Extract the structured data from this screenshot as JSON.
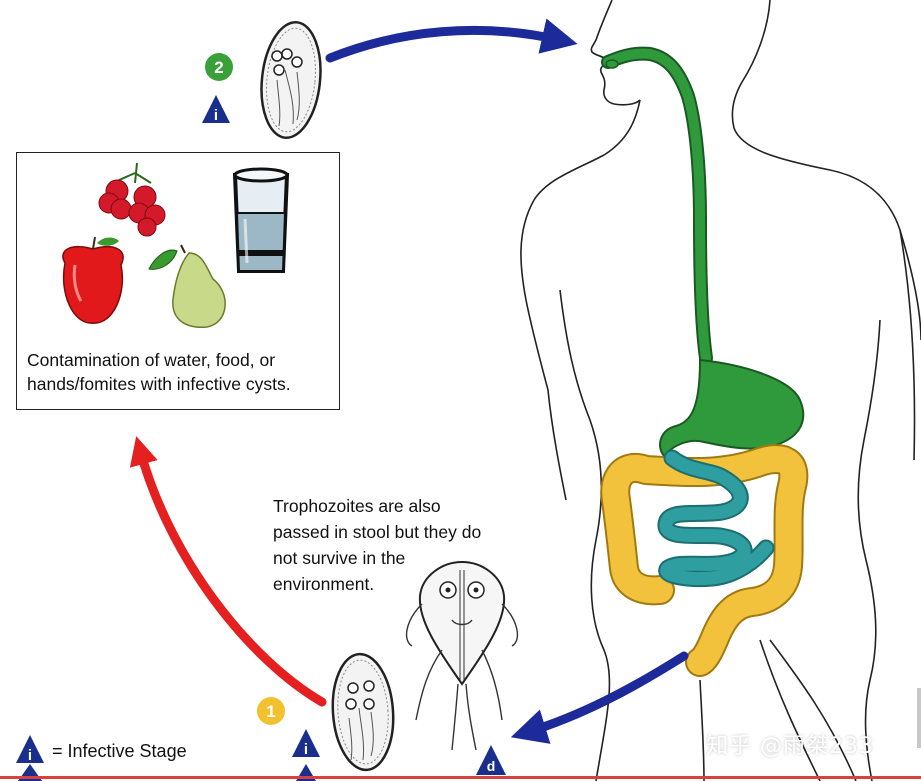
{
  "contamination_box": {
    "caption": "Contamination of water, food, or hands/fomites with infective cysts."
  },
  "trophozoite_note": "Trophozoites are also passed in stool but they do not survive in the environment.",
  "stages": {
    "stage_2": "2",
    "stage_1": "1",
    "infective_marker": "i",
    "diagnostic_marker": "d"
  },
  "legend": {
    "infective_label": "= Infective Stage"
  },
  "watermark": "知乎 @雨桀233",
  "colors": {
    "blue_arrow": "#1c2a9a",
    "red_arrow": "#e52020",
    "stage_2_badge": "#3aa13a",
    "stage_1_badge": "#f2c12e",
    "marker_triangle": "#1a2e8c",
    "digestive_green": "#2f9a3c",
    "small_intestine_teal": "#2f9ea0",
    "large_intestine_yellow": "#f2c23c"
  },
  "icons": [
    "raspberry-icon",
    "water-glass-icon",
    "apple-icon",
    "pear-icon",
    "cyst-icon",
    "trophozoite-icon"
  ]
}
